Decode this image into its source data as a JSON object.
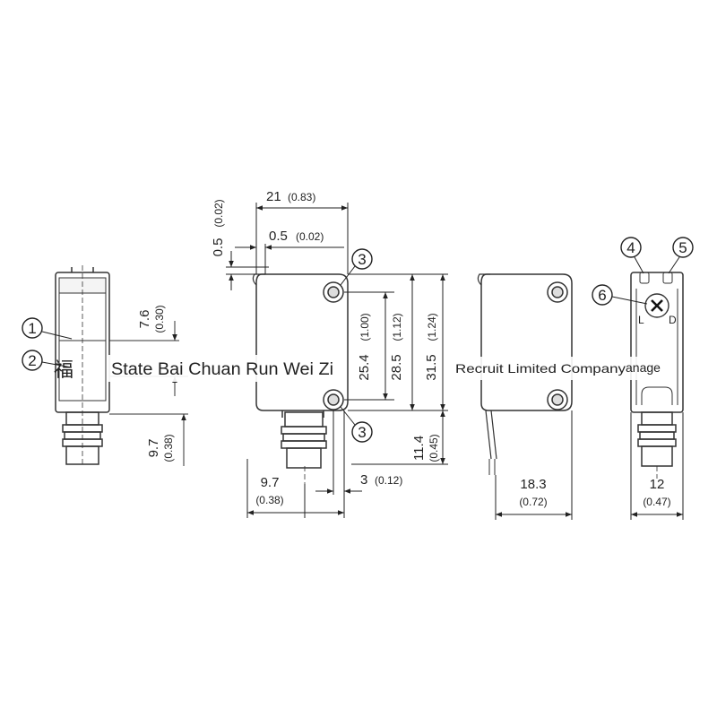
{
  "dimensions": {
    "d21": "21",
    "d21_in": "(0.83)",
    "d05": "0.5",
    "d05_in": "(0.02)",
    "d05b": "0.5",
    "d05b_in": "(0.02)",
    "d76": "7.6",
    "d76_in": "(0.30)",
    "d97a": "9.7",
    "d97a_in": "(0.38)",
    "d254": "25.4",
    "d254_in": "(1.00)",
    "d285": "28.5",
    "d285_in": "(1.12)",
    "d315": "31.5",
    "d315_in": "(1.24)",
    "d114": "11.4",
    "d114_in": "(0.45)",
    "d97b": "9.7",
    "d97b_in": "(0.38)",
    "d3": "3",
    "d3_in": "(0.12)",
    "d183": "18.3",
    "d183_in": "(0.72)",
    "d12": "12",
    "d12_in": "(0.47)"
  },
  "callouts": {
    "c1": "1",
    "c2": "2",
    "c3a": "3",
    "c3b": "3",
    "c4": "4",
    "c5": "5",
    "c6": "6"
  },
  "potentiometer": {
    "left": "L",
    "right": "D"
  },
  "watermarks": {
    "left": "State Bai Chuan Run Wei Zi",
    "right": "Recruit Limited Company",
    "right_tail": "anage",
    "ghost_char": "福"
  }
}
